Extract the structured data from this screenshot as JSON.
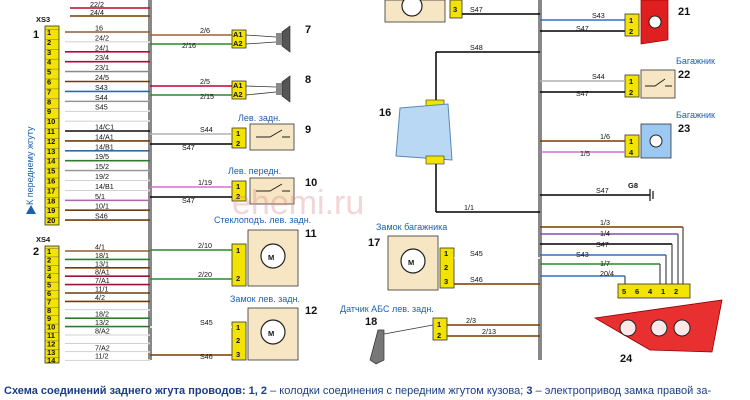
{
  "connector1": {
    "number": "1",
    "code": "XS3",
    "top_wires": [
      "22/2",
      "24/4"
    ],
    "pins": [
      {
        "pin": "1",
        "wire": "16",
        "color": "#a06030"
      },
      {
        "pin": "2",
        "wire": "24/2",
        "color": "#ffffff"
      },
      {
        "pin": "3",
        "wire": "24/1",
        "color": "#c00030"
      },
      {
        "pin": "4",
        "wire": "23/4",
        "color": "#c00030"
      },
      {
        "pin": "5",
        "wire": "23/1",
        "color": "#a0a0a0"
      },
      {
        "pin": "6",
        "wire": "24/5",
        "color": "#7a3a00"
      },
      {
        "pin": "7",
        "wire": "S43",
        "color": "#3070c0"
      },
      {
        "pin": "8",
        "wire": "S44",
        "color": "#b0b0b0"
      },
      {
        "pin": "9",
        "wire": "S45",
        "color": "#ffffff"
      },
      {
        "pin": "10",
        "wire": "",
        "color": "#ffffff"
      },
      {
        "pin": "11",
        "wire": "14/C1",
        "color": "#000000"
      },
      {
        "pin": "12",
        "wire": "14/A1",
        "color": "#7a3a00"
      },
      {
        "pin": "13",
        "wire": "14/B1",
        "color": "#3070c0"
      },
      {
        "pin": "14",
        "wire": "19/5",
        "color": "#2a8a2a"
      },
      {
        "pin": "15",
        "wire": "15/2",
        "color": "#b0b0b0"
      },
      {
        "pin": "16",
        "wire": "19/2",
        "color": "#ffffff"
      },
      {
        "pin": "17",
        "wire": "14/B1",
        "color": "#ffffff"
      },
      {
        "pin": "18",
        "wire": "5/1",
        "color": "#d070d0"
      },
      {
        "pin": "19",
        "wire": "10/1",
        "color": "#7a3a00"
      },
      {
        "pin": "20",
        "wire": "S46",
        "color": "#7a3a00"
      }
    ]
  },
  "connector2": {
    "number": "2",
    "code": "XS4",
    "pins": [
      {
        "pin": "1",
        "wire": "4/1",
        "color": "#a06030"
      },
      {
        "pin": "2",
        "wire": "18/1",
        "color": "#2a8a2a"
      },
      {
        "pin": "3",
        "wire": "13/1",
        "color": "#7a3a00"
      },
      {
        "pin": "4",
        "wire": "8/A1",
        "color": "#c00030"
      },
      {
        "pin": "5",
        "wire": "7/A1",
        "color": "#c00030"
      },
      {
        "pin": "6",
        "wire": "11/1",
        "color": "#7a3a00"
      },
      {
        "pin": "7",
        "wire": "4/2",
        "color": "#7a3a00"
      },
      {
        "pin": "8",
        "wire": "",
        "color": "#ffffff"
      },
      {
        "pin": "9",
        "wire": "18/2",
        "color": "#2a8a2a"
      },
      {
        "pin": "10",
        "wire": "13/2",
        "color": "#2a8a2a"
      },
      {
        "pin": "11",
        "wire": "8/A2",
        "color": "#ffffff"
      },
      {
        "pin": "12",
        "wire": "",
        "color": "#ffffff"
      },
      {
        "pin": "13",
        "wire": "7/A2",
        "color": "#ffffff"
      },
      {
        "pin": "14",
        "wire": "11/2",
        "color": "#ffffff"
      }
    ]
  },
  "side_label": "К переднему жгуту",
  "speaker7": {
    "number": "7",
    "pins": [
      "A1",
      "A2"
    ],
    "wires": [
      "2/6",
      "2/16"
    ]
  },
  "speaker8": {
    "number": "8",
    "pins": [
      "A1",
      "A2"
    ],
    "wires": [
      "2/5",
      "2/15"
    ]
  },
  "switch9": {
    "number": "9",
    "label": "Лев. задн.",
    "pins": [
      "1",
      "2"
    ],
    "wires": [
      "S44",
      "S47"
    ]
  },
  "switch10": {
    "number": "10",
    "label": "Лев. передн.",
    "pins": [
      "1",
      "2"
    ],
    "wires": [
      "1/19",
      "S47"
    ]
  },
  "motor11": {
    "number": "11",
    "label": "Стеклоподъ. лев. задн.",
    "pins": [
      "1",
      "2"
    ],
    "wires": [
      "2/10",
      "2/20"
    ]
  },
  "motor12": {
    "number": "12",
    "label": "Замок лев. задн.",
    "pins": [
      "1",
      "2",
      "3"
    ],
    "wires": [
      "S45",
      "S46"
    ]
  },
  "top_motor": {
    "number": "3",
    "wire": "S47"
  },
  "lamp16": {
    "number": "16",
    "wires": [
      "S48",
      "1/1"
    ]
  },
  "motor17": {
    "number": "17",
    "label": "Замок багажника",
    "pins": [
      "1",
      "2",
      "3"
    ],
    "wires": [
      "S45",
      "S46"
    ]
  },
  "sensor18": {
    "number": "18",
    "label": "Датчик АБС лев. задн.",
    "pins": [
      "1",
      "2"
    ],
    "wires": [
      "2/3",
      "2/13"
    ]
  },
  "ground8": {
    "label": "G8",
    "wire": "S47"
  },
  "comp21": {
    "number": "21",
    "pins": [
      "1",
      "2"
    ],
    "wires": [
      "S43",
      "S47"
    ]
  },
  "switch22": {
    "number": "22",
    "label": "Багажник",
    "pins": [
      "1",
      "2"
    ],
    "wires": [
      "S44",
      "S47"
    ]
  },
  "lamp23": {
    "number": "23",
    "label": "Багажник",
    "pins": [
      "1",
      "4"
    ],
    "wires": [
      "1/6",
      "1/5"
    ]
  },
  "taillight24": {
    "number": "24",
    "pins": [
      "5",
      "6",
      "4",
      "1",
      "2"
    ],
    "wires": [
      "1/3",
      "1/4",
      "S47",
      "S43",
      "1/7",
      "20/4"
    ]
  },
  "watermark": "ehemi.ru",
  "caption": {
    "lead": "Схема соединений заднего жгута проводов:",
    "nums_a": " 1, 2 ",
    "text_a": "– колодки соединения с передним жгутом кузова; ",
    "nums_b": "3",
    "text_b": " – электропривод замка правой за-"
  }
}
